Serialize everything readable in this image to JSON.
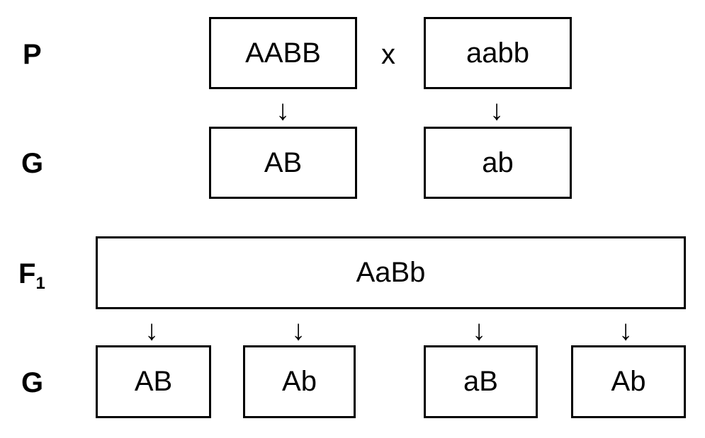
{
  "labels": {
    "parents": "P",
    "gametes_1": "G",
    "f1_letter": "F",
    "f1_sub": "1",
    "gametes_2": "G"
  },
  "parents": {
    "left": "AABB",
    "cross_symbol": "x",
    "right": "aabb"
  },
  "gametes_p": {
    "left": "AB",
    "right": "ab"
  },
  "f1": {
    "genotype": "AaBb"
  },
  "gametes_f1": [
    "AB",
    "Ab",
    "aB",
    "Ab"
  ],
  "arrow_glyph": "↓"
}
